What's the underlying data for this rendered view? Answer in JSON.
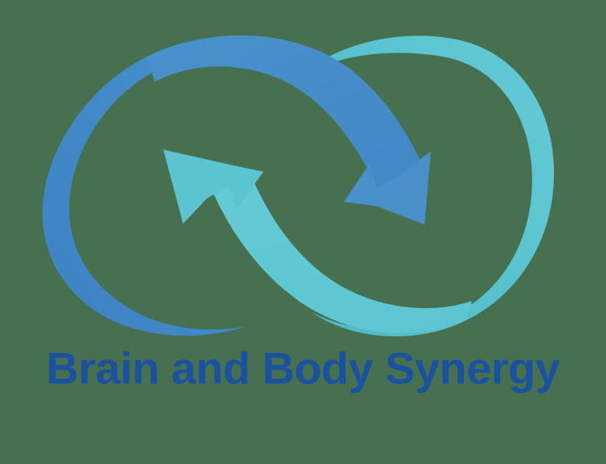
{
  "logo": {
    "wordmark": "Brain and Body Synergy",
    "symbol_name": "infinity-synergy-arrows",
    "background_color": "#477050",
    "colors": {
      "wordmark_blue": "#1B52A0",
      "loop_blue_dark": "#3A7FBF",
      "loop_blue_light": "#4A95CE",
      "loop_teal_dark": "#4FBECB",
      "loop_teal_light": "#6CCFD8",
      "arrow_blue": "#4A90C8",
      "arrow_teal": "#5BC4D1"
    },
    "elements": {
      "left_loop_label": "blue-loop",
      "right_loop_label": "teal-loop",
      "arrow_down_right_label": "blue-arrowhead",
      "arrow_up_left_label": "teal-arrowhead"
    }
  }
}
